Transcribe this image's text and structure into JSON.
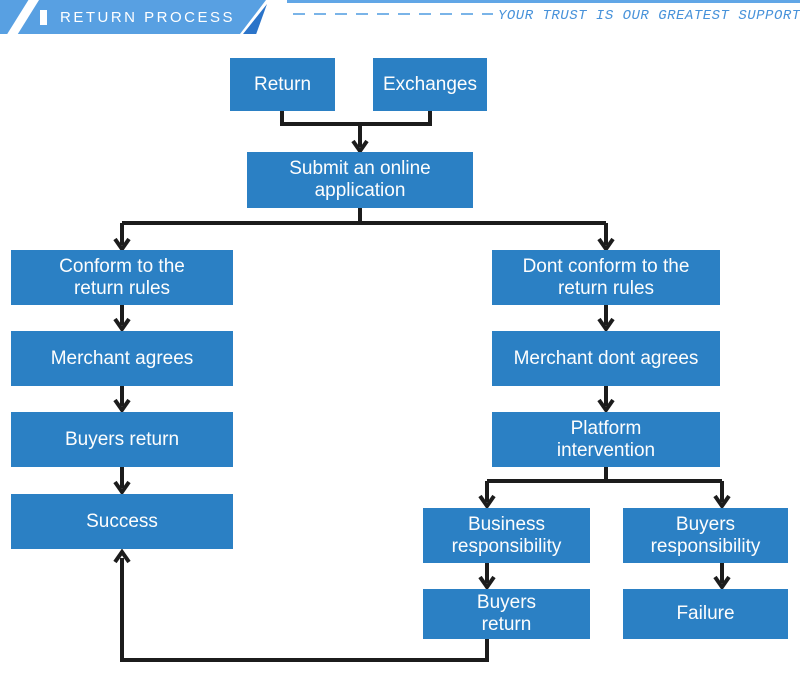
{
  "header": {
    "title": "RETURN PROCESS",
    "slogan": "YOUR TRUST IS OUR GREATEST SUPPORT"
  },
  "colors": {
    "node_fill": "#2b80c4",
    "node_text": "#fdfdfd",
    "banner_fill": "#58a0e2",
    "banner_accent": "#2b74c9",
    "dash_line": "#7ab4e8",
    "slogan_text": "#4792da",
    "connector": "#1c1c1c"
  },
  "icons": {
    "title_bullet": "vertical-bar",
    "arrowhead": "chevron-down"
  },
  "nodes": {
    "return": {
      "label": "Return"
    },
    "exchanges": {
      "label": "Exchanges"
    },
    "submit": {
      "label": "Submit an online\napplication"
    },
    "conform": {
      "label": "Conform to the\nreturn rules"
    },
    "merchant_agrees": {
      "label": "Merchant agrees"
    },
    "buyers_return_left": {
      "label": "Buyers return"
    },
    "success": {
      "label": "Success"
    },
    "dont_conform": {
      "label": "Dont conform to the\nreturn rules"
    },
    "merchant_dont_agrees": {
      "label": "Merchant dont agrees"
    },
    "platform": {
      "label": "Platform\nintervention"
    },
    "business_resp": {
      "label": "Business\nresponsibility"
    },
    "buyers_resp": {
      "label": "Buyers\nresponsibility"
    },
    "buyers_return_right": {
      "label": "Buyers\nreturn"
    },
    "failure": {
      "label": "Failure"
    }
  }
}
